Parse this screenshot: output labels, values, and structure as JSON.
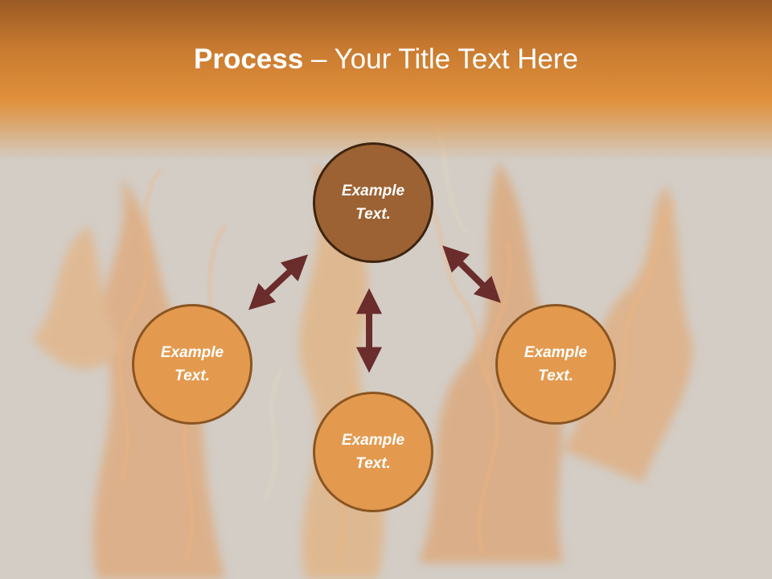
{
  "slide": {
    "title_bold": "Process",
    "title_rest": " – Your Title Text Here"
  },
  "diagram": {
    "nodes": [
      {
        "id": "top",
        "label": "Example\nText."
      },
      {
        "id": "left",
        "label": "Example\nText."
      },
      {
        "id": "right",
        "label": "Example\nText."
      },
      {
        "id": "bottom",
        "label": "Example\nText."
      }
    ],
    "connectors": [
      {
        "from": "top",
        "to": "left",
        "type": "double-arrow"
      },
      {
        "from": "top",
        "to": "right",
        "type": "double-arrow"
      },
      {
        "from": "top",
        "to": "bottom",
        "type": "double-arrow"
      }
    ]
  },
  "colors": {
    "header": "#e0903a",
    "center_node": "#9c6233",
    "outer_node": "#e39a4f",
    "arrow": "#6b2c2c",
    "background": "#d3cdc6"
  }
}
